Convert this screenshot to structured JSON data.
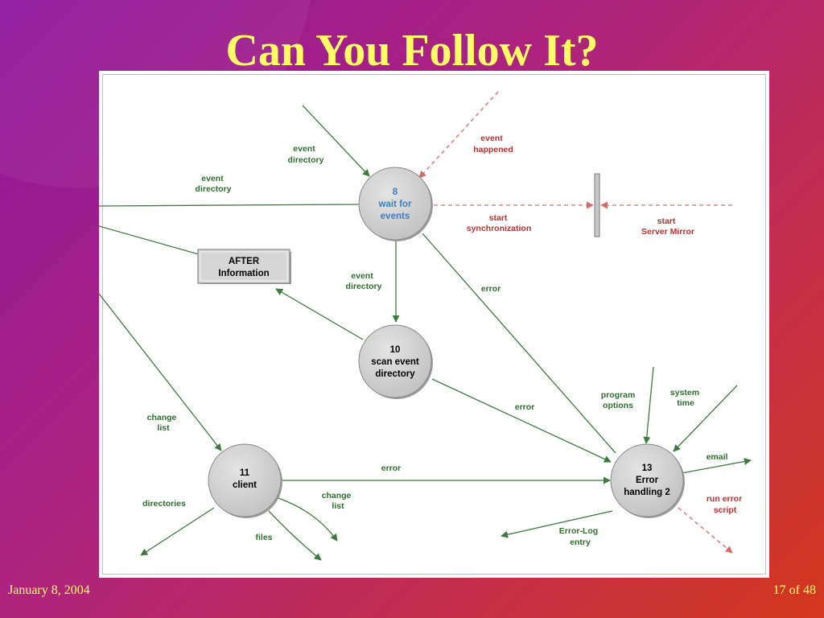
{
  "slide": {
    "title": "Can You Follow It?",
    "date": "January 8, 2004",
    "page": "17 of 48"
  },
  "diagram": {
    "nodes": {
      "n8": {
        "line1": "8",
        "line2": "wait for",
        "line3": "events"
      },
      "n10": {
        "line1": "10",
        "line2": "scan event",
        "line3": "directory"
      },
      "n11": {
        "line1": "11",
        "line2": "client"
      },
      "n13": {
        "line1": "13",
        "line2": "Error",
        "line3": "handling 2"
      }
    },
    "store": {
      "line1": "AFTER",
      "line2": "Information"
    },
    "labels": {
      "event_directory_top": [
        "event",
        "directory"
      ],
      "event_directory_left": [
        "event",
        "directory"
      ],
      "event_happened": [
        "event",
        "happened"
      ],
      "start_sync": [
        "start",
        "synchronization"
      ],
      "start_mirror": [
        "start",
        "Server Mirror"
      ],
      "event_directory_mid": [
        "event",
        "directory"
      ],
      "error_8_13": "error",
      "error_10_13": "error",
      "error_11_13": "error",
      "program_options": [
        "program",
        "options"
      ],
      "system_time": [
        "system",
        "time"
      ],
      "email": "email",
      "run_error_script": [
        "run error",
        "script"
      ],
      "error_log_entry": [
        "Error-Log",
        "entry"
      ],
      "change_list_left": [
        "change",
        "list"
      ],
      "directories": "directories",
      "files": "files",
      "change_list_right": [
        "change",
        "list"
      ]
    },
    "colors": {
      "green": "#3d7a3d",
      "red_dashed": "#d46a6a",
      "node_fill": "#d4d4d4"
    }
  }
}
